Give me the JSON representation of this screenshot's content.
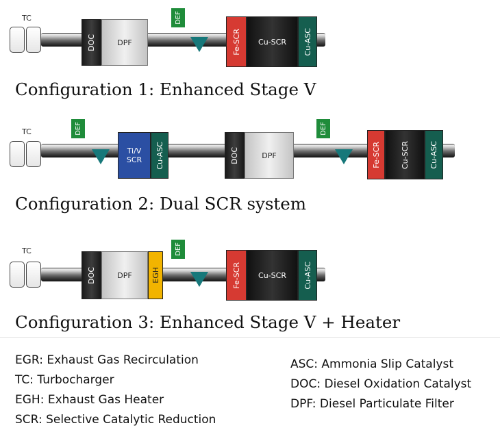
{
  "configurations": [
    {
      "title": "Configuration 1: Enhanced Stage V",
      "tc_label": "TC",
      "blocks": [
        "DOC",
        "DPF",
        "Fe-SCR",
        "Cu-SCR",
        "Cu-ASC"
      ],
      "def_labels": [
        "DEF"
      ]
    },
    {
      "title": "Configuration 2: Dual SCR system",
      "tc_label": "TC",
      "blocks": [
        "Ti/V\nSCR",
        "Cu-ASC",
        "DOC",
        "DPF",
        "Fe-SCR",
        "Cu-SCR",
        "Cu-ASC"
      ],
      "def_labels": [
        "DEF",
        "DEF"
      ]
    },
    {
      "title": "Configuration 3: Enhanced Stage V + Heater",
      "tc_label": "TC",
      "blocks": [
        "DOC",
        "DPF",
        "EGH",
        "Fe-SCR",
        "Cu-SCR",
        "Cu-ASC"
      ],
      "def_labels": [
        "DEF"
      ]
    }
  ],
  "legend_left": [
    "EGR: Exhaust Gas Recirculation",
    "TC: Turbocharger",
    "EGH: Exhaust Gas Heater",
    "SCR: Selective Catalytic Reduction"
  ],
  "legend_right": [
    "ASC: Ammonia Slip Catalyst",
    "DOC: Diesel Oxidation Catalyst",
    "DPF: Diesel Particulate Filter"
  ],
  "colors": {
    "doc": "#2a2a2a",
    "dpf": "#e0e0e0",
    "fe_scr": "#d63a32",
    "cu_scr": "#222222",
    "asc": "#155e4f",
    "ti_v_scr": "#2b4fa3",
    "egh": "#f2b400",
    "def": "#1f8c3a",
    "injector": "#17787a"
  }
}
